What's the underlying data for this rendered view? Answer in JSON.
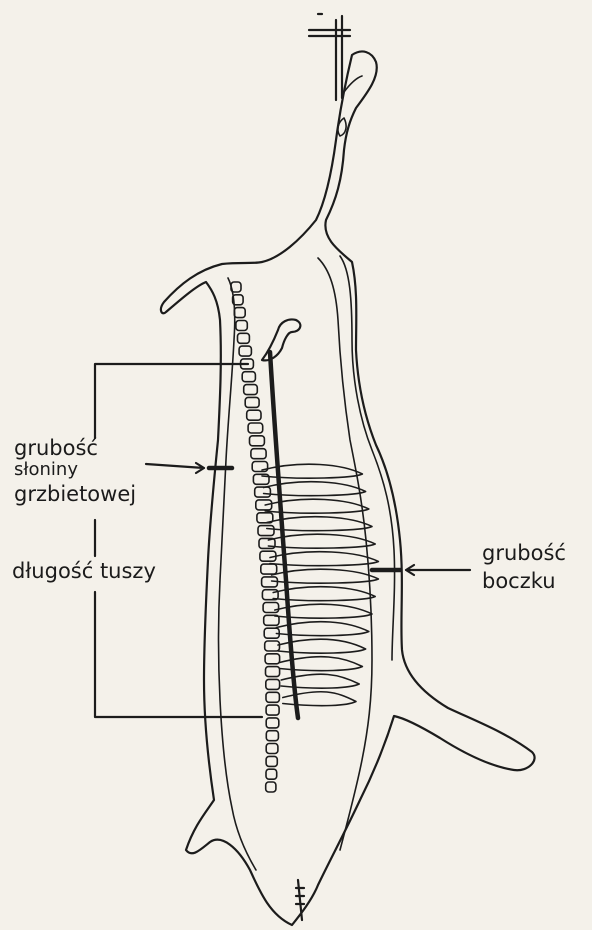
{
  "labels": {
    "backfat_thickness": [
      "grubość",
      "słoniny",
      "grzbietowej"
    ],
    "carcass_length": "długość tuszy",
    "belly_thickness": [
      "grubość",
      "boczku"
    ]
  },
  "colors": {
    "paper": "#f4f1ea",
    "ink": "#1c1c1c"
  }
}
